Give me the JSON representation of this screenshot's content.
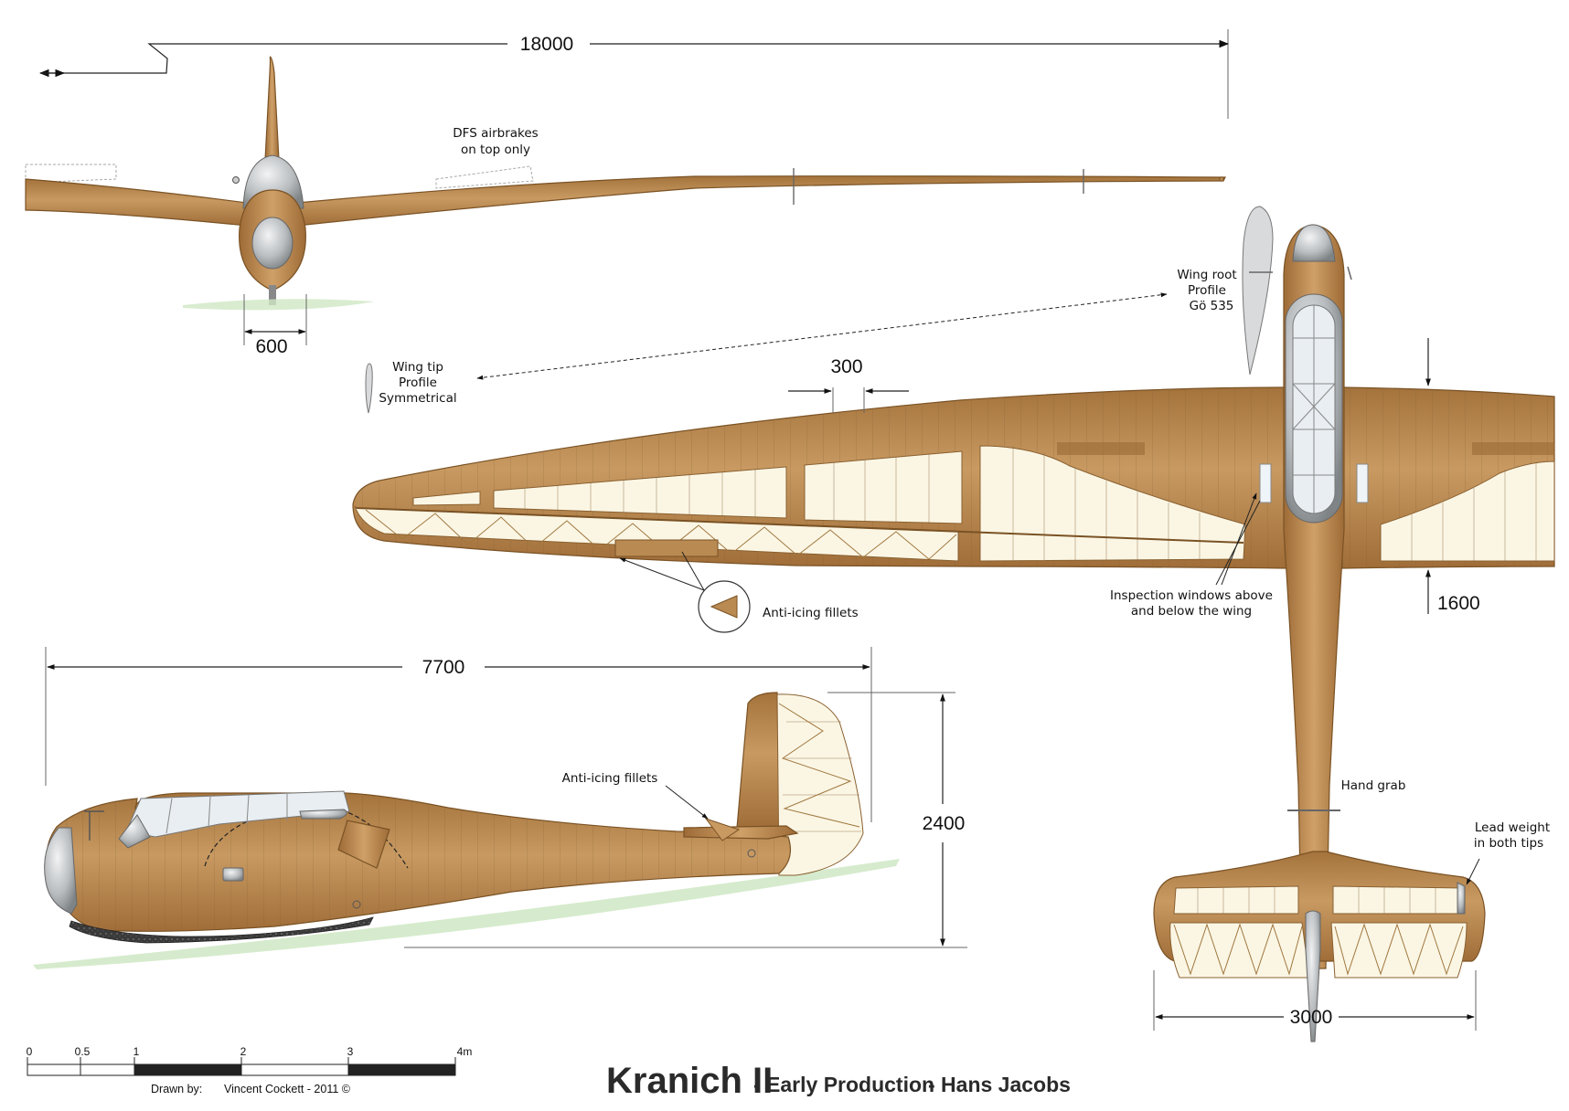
{
  "dimensions": {
    "span": "18000",
    "wheel_track": "600",
    "aileron_chord": "300",
    "root_chord": "1600",
    "length": "7700",
    "height": "2400",
    "tailplane_span": "3000"
  },
  "annotations": {
    "airbrakes": [
      "DFS airbrakes",
      "on top only"
    ],
    "wing_root_profile": [
      "Wing root",
      "Profile",
      "Gö 535"
    ],
    "wing_tip_profile": [
      "Wing tip",
      "Profile",
      "Symmetrical"
    ],
    "anti_icing_top": "Anti-icing fillets",
    "anti_icing_side": "Anti-icing fillets",
    "inspection_windows": [
      "Inspection windows above",
      "and below the wing"
    ],
    "hand_grab": "Hand grab",
    "lead_weight": [
      "Lead weight",
      "in both tips"
    ]
  },
  "scale_bar": {
    "labels": [
      "0",
      "0.5",
      "1",
      "2",
      "3",
      "4m"
    ]
  },
  "credit": {
    "drawn_by_label": "Drawn by:",
    "author": "Vincent Cockett - 2011 ©"
  },
  "title": {
    "main": "Kranich II",
    "subtitle": "- Early Production",
    "designer": "- Hans Jacobs"
  },
  "colors": {
    "wood": "#b98a52",
    "fabric": "#fbf6e4",
    "metal": "#bfc3c6",
    "ground": "#cfe7c4"
  }
}
